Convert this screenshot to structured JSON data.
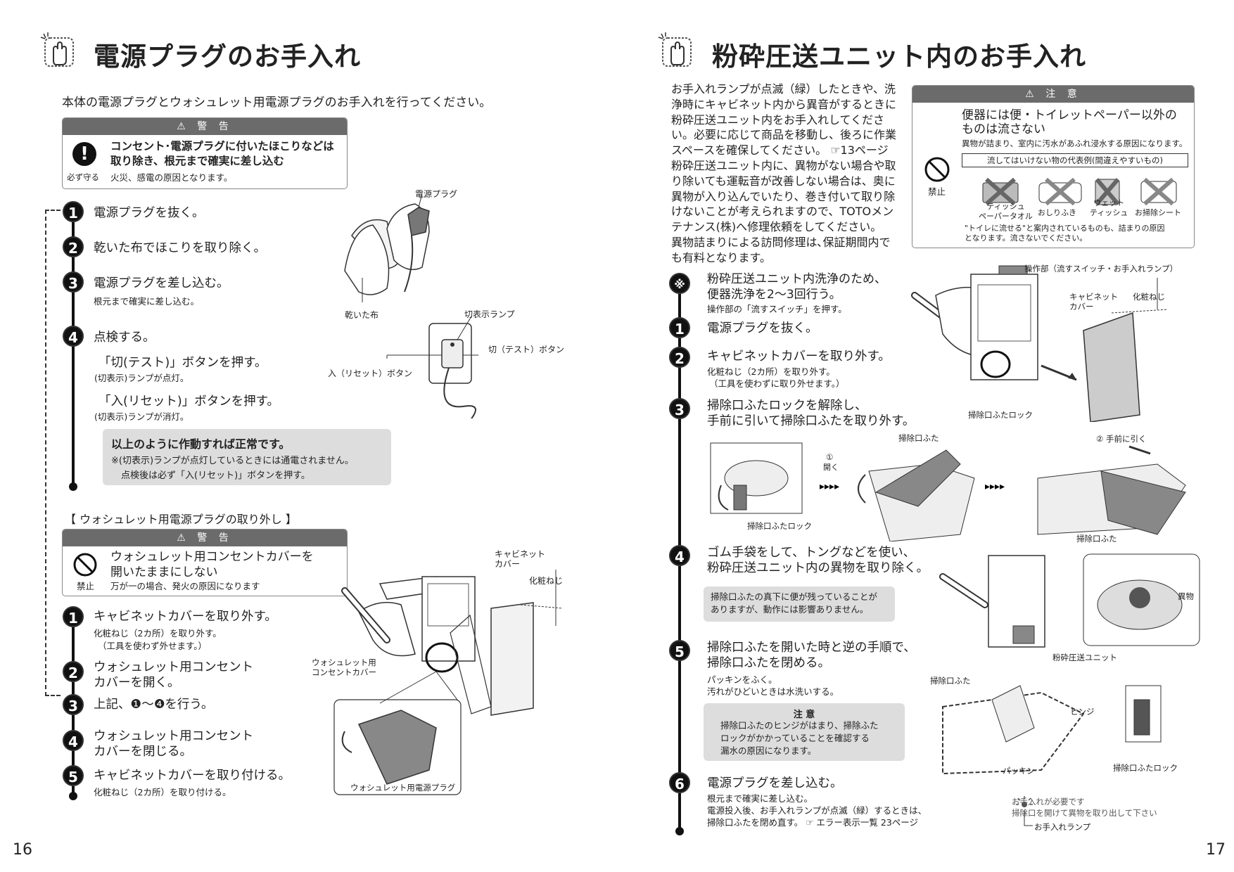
{
  "left": {
    "title": "電源プラグのお手入れ",
    "intro": "本体の電源プラグとウォシュレット用電源プラグのお手入れを行ってください。",
    "warning1": {
      "header": "⚠ 警 告",
      "line1": "コンセント･電源プラグに付いたほこりなどは",
      "line2": "取り除き、根元まで確実に差し込む",
      "icon_label": "必ず守る",
      "note": "火災、感電の原因となります。"
    },
    "steps": [
      {
        "num": "1",
        "text": "電源プラグを抜く。"
      },
      {
        "num": "2",
        "text": "乾いた布でほこりを取り除く。"
      },
      {
        "num": "3",
        "text": "電源プラグを差し込む。",
        "sub": "根元まで確実に差し込む。"
      },
      {
        "num": "4",
        "text": "点検する。"
      }
    ],
    "check1": "「切(テスト)」ボタンを押す。",
    "check1_sub": "(切表示)ランプが点灯。",
    "check2": "「入(リセット)」ボタンを押す。",
    "check2_sub": "(切表示)ランプが消灯。",
    "ok_title": "以上のように作動すれば正常です。",
    "ok_note1": "※(切表示)ランプが点灯しているときには通電されません。",
    "ok_note2": "点検後は必ず「入(リセット)」ボタンを押す。",
    "fig_labels": {
      "plug": "電源プラグ",
      "cloth": "乾いた布",
      "lamp": "切表示ランプ",
      "off_btn": "切（テスト）ボタン",
      "on_btn": "入（リセット）ボタン"
    },
    "washlet_heading": "【 ウォシュレット用電源プラグの取り外し 】",
    "warning2": {
      "header": "⚠ 警 告",
      "line1": "ウォシュレット用コンセントカバーを",
      "line2": "開いたままにしない",
      "icon_label": "禁止",
      "note": "万が一の場合、発火の原因になります"
    },
    "steps2": [
      {
        "num": "1",
        "text": "キャビネットカバーを取り外す。",
        "sub1": "化粧ねじ（2カ所）を取り外す。",
        "sub2": "（工具を使わず外せます。）"
      },
      {
        "num": "2",
        "text": "ウォシュレット用コンセント",
        "text2": "カバーを開く。"
      },
      {
        "num": "3",
        "text": "上記、❶～❹を行う。"
      },
      {
        "num": "4",
        "text": "ウォシュレット用コンセント",
        "text2": "カバーを閉じる。"
      },
      {
        "num": "5",
        "text": "キャビネットカバーを取り付ける。",
        "sub1": "化粧ねじ（2カ所）を取り付ける。"
      }
    ],
    "fig2_labels": {
      "cabinet_cover": "キャビネット",
      "cabinet_cover2": "カバー",
      "screw": "化粧ねじ",
      "outlet_cover": "ウォシュレット用",
      "outlet_cover2": "コンセントカバー",
      "washlet_plug": "ウォシュレット用電源プラグ"
    },
    "page_number": "16"
  },
  "right": {
    "title": "粉砕圧送ユニット内のお手入れ",
    "intro_lines": [
      "お手入れランプが点滅（緑）したときや、洗",
      "浄時にキャビネット内から異音がするときに",
      "粉砕圧送ユニット内をお手入れしてくださ",
      "い。必要に応じて商品を移動し、後ろに作業",
      "スペースを確保してください。 ☞13ページ",
      "粉砕圧送ユニット内に、異物がない場合や取",
      "り除いても運転音が改善しない場合は、奥に",
      "異物が入り込んでいたり、巻き付いて取り除",
      "けないことが考えられますので、TOTOメン",
      "テナンス(株)へ修理依頼をしてください。",
      "異物詰まりによる訪問修理は､保証期間内で",
      "も有料となります。"
    ],
    "caution": {
      "header": "⚠ 注 意",
      "line1": "便器には便・トイレットペーパー以外の",
      "line2": "ものは流さない",
      "note": "異物が詰まり、室内に汚水があふれ浸水する原因になります。",
      "icon_label": "禁止",
      "examples_title": "流してはいけない物の代表例(間違えやすいもの)",
      "items": [
        "ティッシュ",
        "ペーパータオル",
        "おしりふき",
        "ウェット",
        "ティッシュ",
        "お掃除シート"
      ],
      "foot1": "\"トイレに流せる\"と案内されているものも、詰まりの原因",
      "foot2": "となります。流さないでください。"
    },
    "pre_step": {
      "num": "※",
      "line1": "粉砕圧送ユニット内洗浄のため、",
      "line2": "便器洗浄を2～3回行う。",
      "sub": "操作部の「流すスイッチ」を押す。"
    },
    "steps": [
      {
        "num": "1",
        "text": "電源プラグを抜く。"
      },
      {
        "num": "2",
        "text": "キャビネットカバーを取り外す。",
        "sub1": "化粧ねじ（2カ所）を取り外す。",
        "sub2": "（工具を使わずに取り外せます。）"
      },
      {
        "num": "3",
        "text": "掃除口ふたロックを解除し、",
        "text2": "手前に引いて掃除口ふたを取り外す。"
      },
      {
        "num": "4",
        "text": "ゴム手袋をして、トングなどを使い、",
        "text2": "粉砕圧送ユニット内の異物を取り除く。"
      },
      {
        "num": "5",
        "text": "掃除口ふたを開いた時と逆の手順で、",
        "text2": "掃除口ふたを閉める。",
        "sub1": "パッキンをふく。",
        "sub2": "汚れがひどいときは水洗いする。"
      },
      {
        "num": "6",
        "text": "電源プラグを差し込む。",
        "sub1": "根元まで確実に差し込む。",
        "sub2": "電源投入後、お手入れランプが点滅（緑）するときは、",
        "sub3": "掃除口ふたを閉め直す。 ☞ エラー表示一覧 23ページ"
      }
    ],
    "note4": [
      "掃除口ふたの真下に便が残っていることが",
      "ありますが、動作には影響ありません。"
    ],
    "note5": {
      "title": "注 意",
      "l1": "掃除口ふたのヒンジがはまり、掃除ふた",
      "l2": "ロックがかかっていることを確認する",
      "l3": "漏水の原因になります。"
    },
    "fig_labels": {
      "control": "操作部（流すスイッチ・お手入れランプ）",
      "cabinet": "キャビネット",
      "cabinet2": "カバー",
      "screw": "化粧ねじ",
      "lock": "掃除口ふたロック",
      "lid": "掃除口ふた",
      "open1": "①",
      "open1b": "開く",
      "pull": "② 手前に引く",
      "lock2": "掃除口ふたロック",
      "lid2": "掃除口ふた",
      "foreign": "異物",
      "unit": "粉砕圧送ユニット",
      "lid3": "掃除口ふた",
      "hinge": "ヒンジ",
      "packing": "パッキン",
      "lock3": "掃除口ふたロック",
      "lamp_msg1": "お手入れが必要です",
      "lamp_msg2": "掃除口を開けて異物を取り出して下さい",
      "lamp": "お手入れランプ"
    },
    "page_number": "17"
  }
}
